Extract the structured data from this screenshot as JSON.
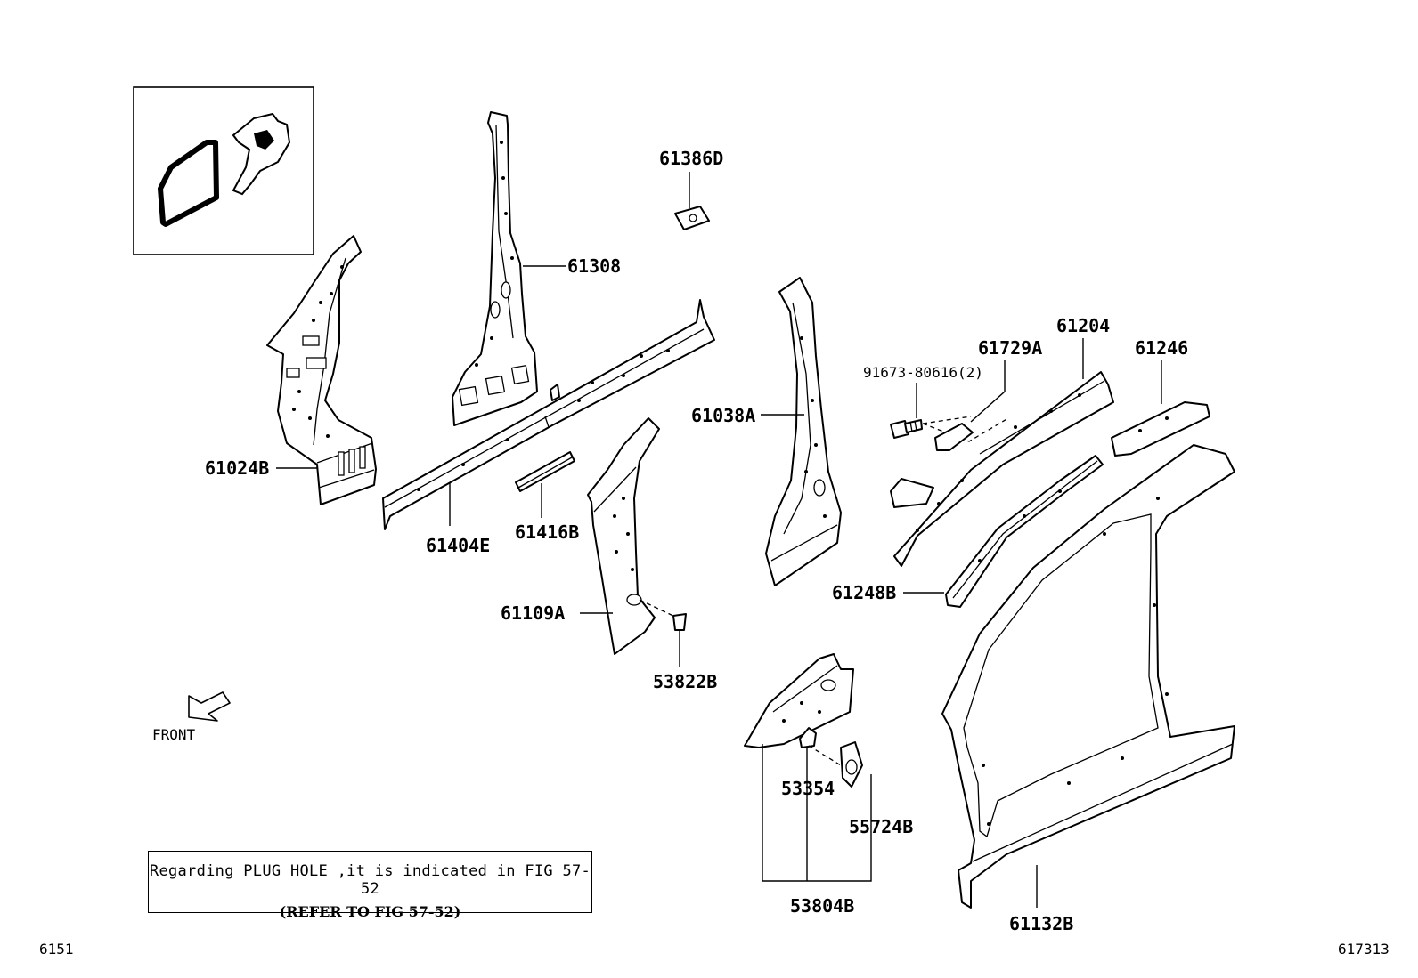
{
  "parts": {
    "p61024B": "61024B",
    "p61308": "61308",
    "p61386D": "61386D",
    "p61404E": "61404E",
    "p61416B": "61416B",
    "p61109A": "61109A",
    "p53822B": "53822B",
    "p61038A": "61038A",
    "p91673": "91673-80616(2)",
    "p61729A": "61729A",
    "p61204": "61204",
    "p61246": "61246",
    "p61248B": "61248B",
    "p61132B": "61132B",
    "p53354": "53354",
    "p55724B": "55724B",
    "p53804B": "53804B"
  },
  "front_label": "FRONT",
  "note": {
    "line1": "Regarding PLUG HOLE ,it is indicated in FIG 57-52",
    "line2": "(REFER TO FIG 57-52)"
  },
  "corner": {
    "left": "6151",
    "right": "617313"
  }
}
